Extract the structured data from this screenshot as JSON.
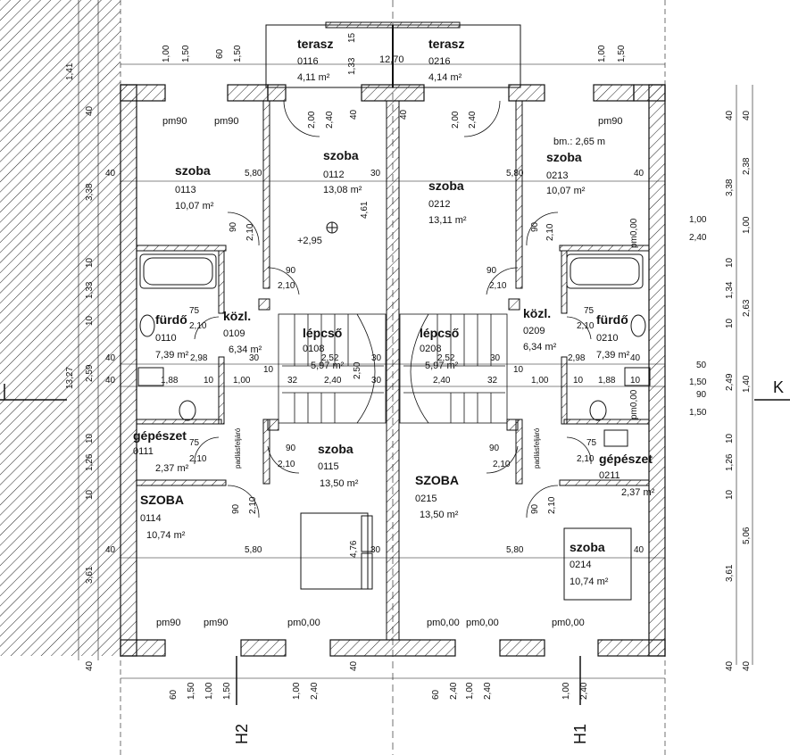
{
  "rooms": [
    {
      "id": "r0116",
      "name": "terasz",
      "code": "0116",
      "area": "4,11 m²"
    },
    {
      "id": "r0216",
      "name": "terasz",
      "code": "0216",
      "area": "4,14 m²"
    },
    {
      "id": "r0113",
      "name": "szoba",
      "code": "0113",
      "area": "10,07 m²"
    },
    {
      "id": "r0112",
      "name": "szoba",
      "code": "0112",
      "area": "13,08 m²"
    },
    {
      "id": "r0212",
      "name": "szoba",
      "code": "0212",
      "area": "13,11 m²"
    },
    {
      "id": "r0213",
      "name": "szoba",
      "code": "0213",
      "area": "10,07 m²"
    },
    {
      "id": "r0110",
      "name": "fürdő",
      "code": "0110",
      "area": "7,39 m²"
    },
    {
      "id": "r0109",
      "name": "közl.",
      "code": "0109",
      "area": "6,34 m²"
    },
    {
      "id": "r0108",
      "name": "lépcső",
      "code": "0108",
      "area": "5,97 m²"
    },
    {
      "id": "r0208",
      "name": "lépcső",
      "code": "0208",
      "area": "5,97 m²"
    },
    {
      "id": "r0209",
      "name": "közl.",
      "code": "0209",
      "area": "6,34 m²"
    },
    {
      "id": "r0210",
      "name": "fürdő",
      "code": "0210",
      "area": "7,39 m²"
    },
    {
      "id": "r0111",
      "name": "gépészet",
      "code": "0111",
      "area": "2,37 m²"
    },
    {
      "id": "r0115",
      "name": "szoba",
      "code": "0115",
      "area": "13,50 m²"
    },
    {
      "id": "r0215",
      "name": "SZOBA",
      "code": "0215",
      "area": "13,50 m²"
    },
    {
      "id": "r0211",
      "name": "gépészet",
      "code": "0211",
      "area": "2,37 m²"
    },
    {
      "id": "r0114",
      "name": "SZOBA",
      "code": "0114",
      "area": "10,74 m²"
    },
    {
      "id": "r0214",
      "name": "szoba",
      "code": "0214",
      "area": "10,74 m²"
    }
  ],
  "notes": {
    "parapet_height": "bm.: 2,65 m",
    "level_mark": "+2,95",
    "attic_hatch_left": "padlásfeljáró",
    "attic_hatch_right": "padlásfeljáró"
  },
  "sections": {
    "h1": "H1",
    "h2": "H2",
    "k": "K"
  },
  "openings": {
    "pm90": "pm90",
    "pm000": "pm0,00"
  },
  "dimensions": {
    "top_total": "12,70",
    "d100": "1,00",
    "d150": "1,50",
    "d60": "60",
    "d40": "40",
    "d30": "30",
    "d10": "10",
    "d15": "15",
    "d133": "1,33",
    "d200": "2,00",
    "d240": "2,40",
    "d580": "5,80",
    "d461": "4,61",
    "d476": "4,76",
    "d90": "90",
    "d210": "2,10",
    "d75": "75",
    "d298": "2,98",
    "d188": "1,88",
    "d32": "32",
    "d252": "2,52",
    "d250": "2,50",
    "d50": "50",
    "d141": "1,41",
    "d338": "3,38",
    "d238": "2,38",
    "d134": "1,34",
    "d263": "2,63",
    "d249": "2,49",
    "d140": "1,40",
    "d126": "1,26",
    "d506": "5,06",
    "d361": "3,61",
    "d1327": "13,27",
    "d259": "2,59"
  },
  "colors": {
    "line": "#111111",
    "wall": "#ffffff",
    "hatch": "#222222"
  }
}
